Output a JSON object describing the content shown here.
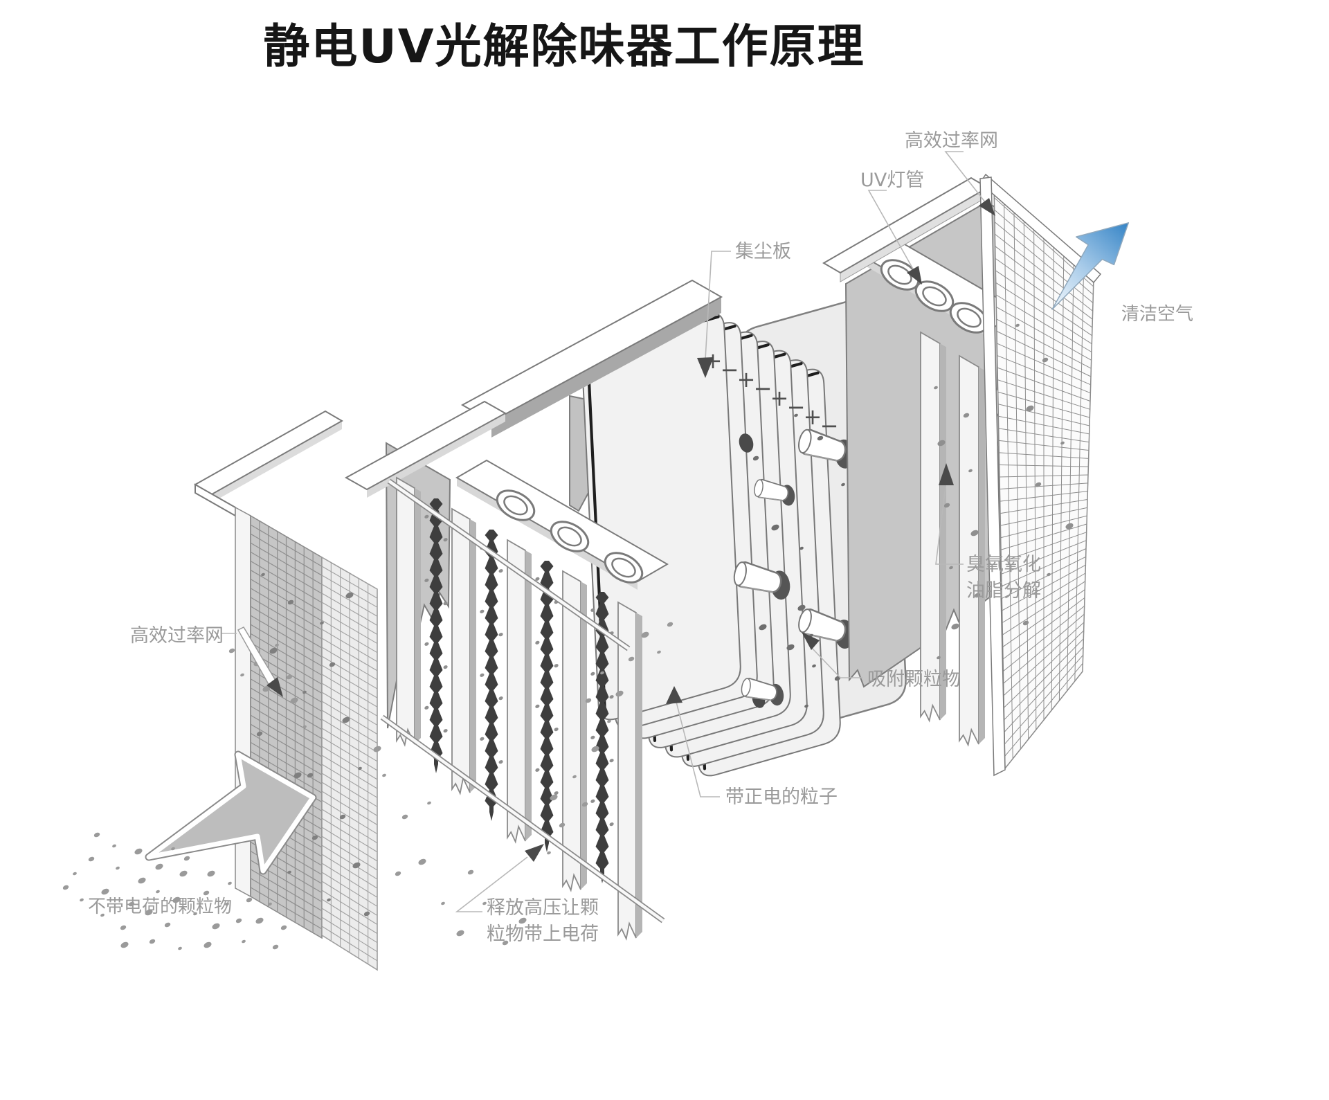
{
  "title": "静电UV光解除味器工作原理",
  "labels": {
    "hepa_top": "高效过率网",
    "uv_lamp": "UV灯管",
    "dust_plate": "集尘板",
    "clean_air": "清洁空气",
    "ozone_1": "臭氧氧化",
    "ozone_2": "油脂分解",
    "adsorb": "吸附颗粒物",
    "positive_particles": "带正电的粒子",
    "discharge_1": "释放高压让颗",
    "discharge_2": "粒物带上电荷",
    "uncharged": "不带电荷的颗粒物",
    "hepa_left": "高效过率网"
  },
  "collector": {
    "signs": [
      "+",
      "−",
      "+",
      "−",
      "+",
      "−",
      "+",
      "−"
    ]
  },
  "colors": {
    "background": "#ffffff",
    "label_gray": "#9a9a9a",
    "outline_gray": "#7a7a7a",
    "dark_element": "#3e3e3e",
    "panel_gray": "#c6c6c6",
    "clean_air_blue": "#3584c6"
  }
}
